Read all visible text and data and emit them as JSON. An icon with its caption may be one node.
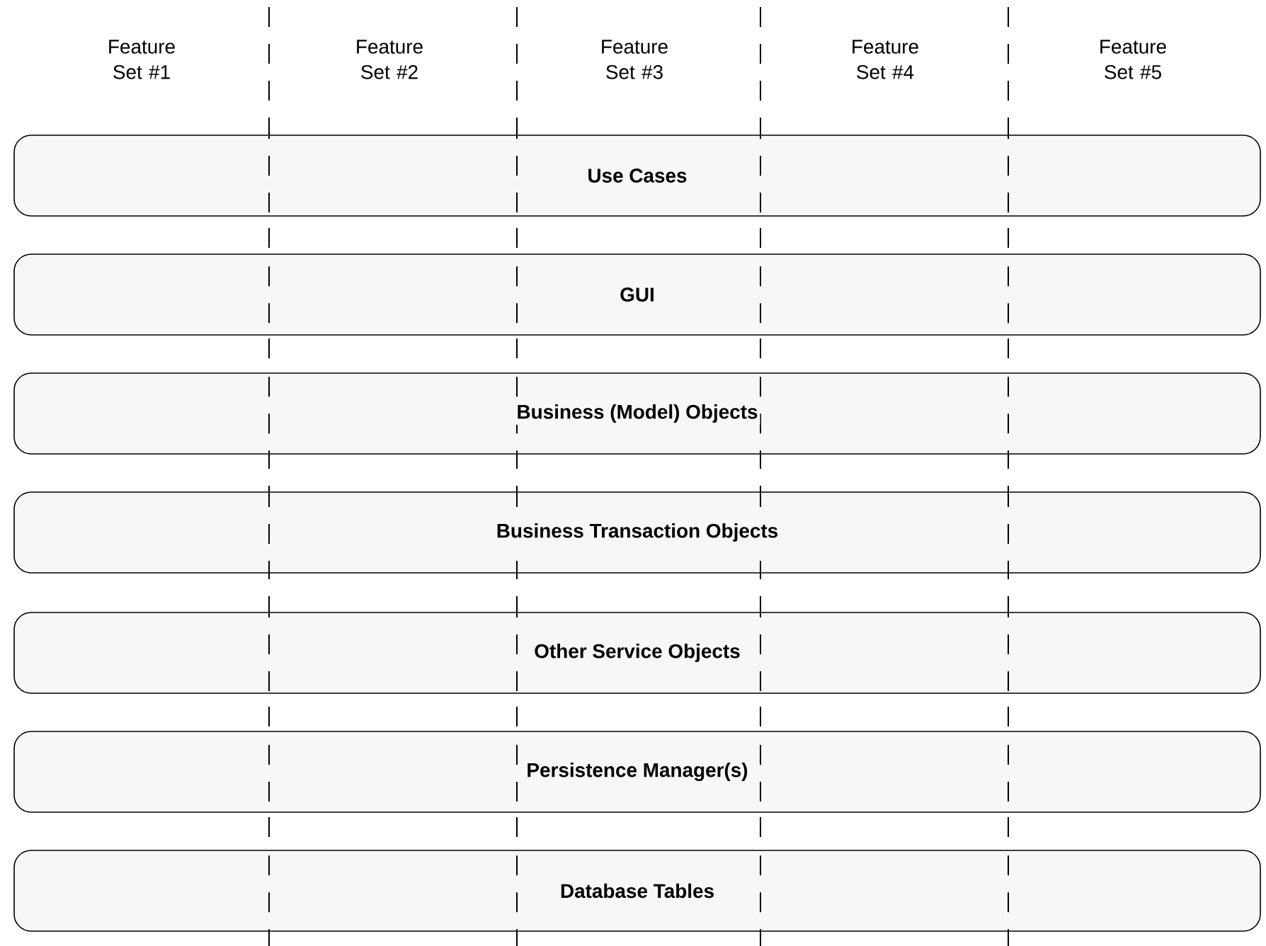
{
  "diagram": {
    "nodes": [
      {
        "text": [
          "Use Cases"
        ]
      },
      {
        "text": [
          "GUI"
        ]
      },
      {
        "text": [
          "Business (Model) Objects"
        ]
      },
      {
        "text": [
          "Business Transaction Objects"
        ]
      },
      {
        "text": [
          "Other Service Objects"
        ]
      },
      {
        "text": [
          "Persistence Manager(s)"
        ]
      },
      {
        "text": [
          "Database Tables"
        ]
      }
    ],
    "labels": [
      "Feature Set #1",
      "Feature Set #2",
      "Feature Set #3",
      "Feature Set #4",
      "Feature Set #5"
    ]
  }
}
